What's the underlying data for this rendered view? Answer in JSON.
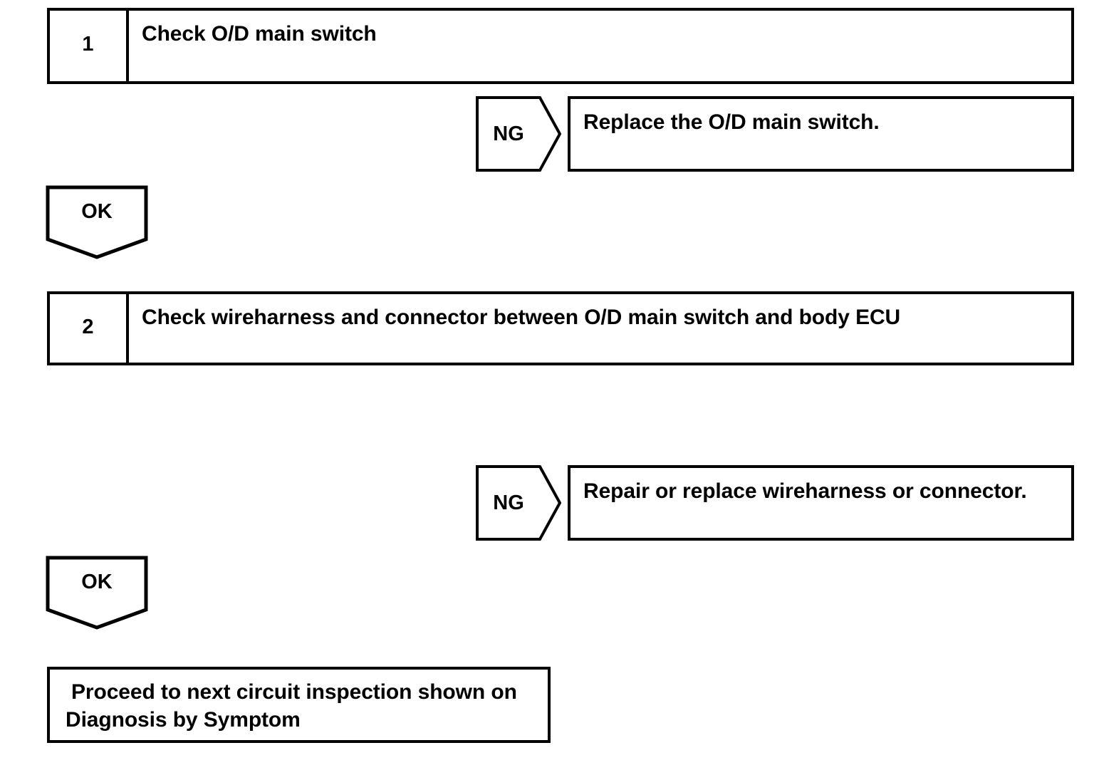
{
  "diagram": {
    "type": "troubleshooting-flowchart",
    "line_color": "#000000",
    "background_color": "#ffffff",
    "steps": [
      {
        "number": "1",
        "text": "Check O/D main switch",
        "ng": {
          "label": "NG",
          "result": "Replace the O/D main switch."
        },
        "ok": {
          "label": "OK"
        }
      },
      {
        "number": "2",
        "text": "Check wireharness and connector between O/D main switch and body ECU",
        "ng": {
          "label": "NG",
          "result": "Repair or replace wireharness or connector."
        },
        "ok": {
          "label": "OK"
        }
      }
    ],
    "final": {
      "line1": "Proceed to next circuit inspection shown on",
      "line2": "Diagnosis by Symptom"
    }
  }
}
